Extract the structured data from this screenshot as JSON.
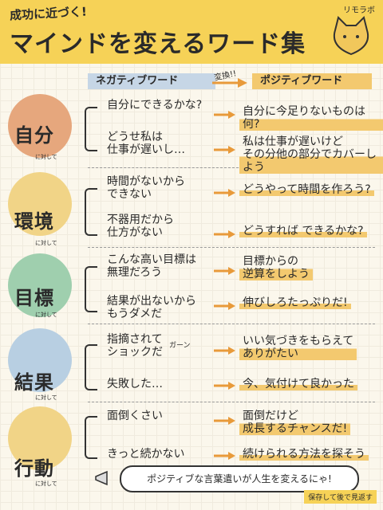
{
  "header": {
    "subtitle": "成功に近づく!",
    "title": "マインドを変えるワード集",
    "logo": "リモラボ"
  },
  "columns": {
    "negative": "ネガティブワード",
    "positive": "ポジティブワード",
    "transform_label": "変換!!"
  },
  "categories": [
    {
      "label": "自分",
      "sub": "に対して",
      "color": "#e6a77d"
    },
    {
      "label": "環境",
      "sub": "に対して",
      "color": "#f1d487"
    },
    {
      "label": "目標",
      "sub": "に対して",
      "color": "#9fcfae"
    },
    {
      "label": "結果",
      "sub": "に対して",
      "color": "#b8cfe2"
    },
    {
      "label": "行動",
      "sub": "に対して",
      "color": "#f1d487"
    }
  ],
  "rows": [
    {
      "neg": "自分にできるかな?",
      "pos": "自分に今足りないものは何?"
    },
    {
      "neg": "どうせ私は\n仕事が遅いし…",
      "pos": "私は仕事が遅いけど\nその分他の部分でカバーしよう"
    },
    {
      "neg": "時間がないから\nできない",
      "pos": "どうやって時間を作ろう?"
    },
    {
      "neg": "不器用だから\n仕方がない",
      "pos": "どうすれば できるかな?"
    },
    {
      "neg": "こんな高い目標は\n無理だろう",
      "pos": "目標からの\n逆算をしよう"
    },
    {
      "neg": "結果が出ないから\nもうダメだ",
      "pos": "伸びしろたっぷりだ!"
    },
    {
      "neg": "指摘されて\nショックだ",
      "pos": "いい気づきをもらえて\nありがたい"
    },
    {
      "neg": "失敗した…",
      "pos": "今、気付けて良かった"
    },
    {
      "neg": "面倒くさい",
      "pos": "面倒だけど\n成長するチャンスだ!"
    },
    {
      "neg": "きっと続かない",
      "pos": "続けられる方法を探そう"
    }
  ],
  "annotations": {
    "gaan": "ガーン"
  },
  "footer": {
    "message": "ポジティブな言葉遣いが人生を変えるにゃ!",
    "tag": "保存して後で見返す"
  }
}
